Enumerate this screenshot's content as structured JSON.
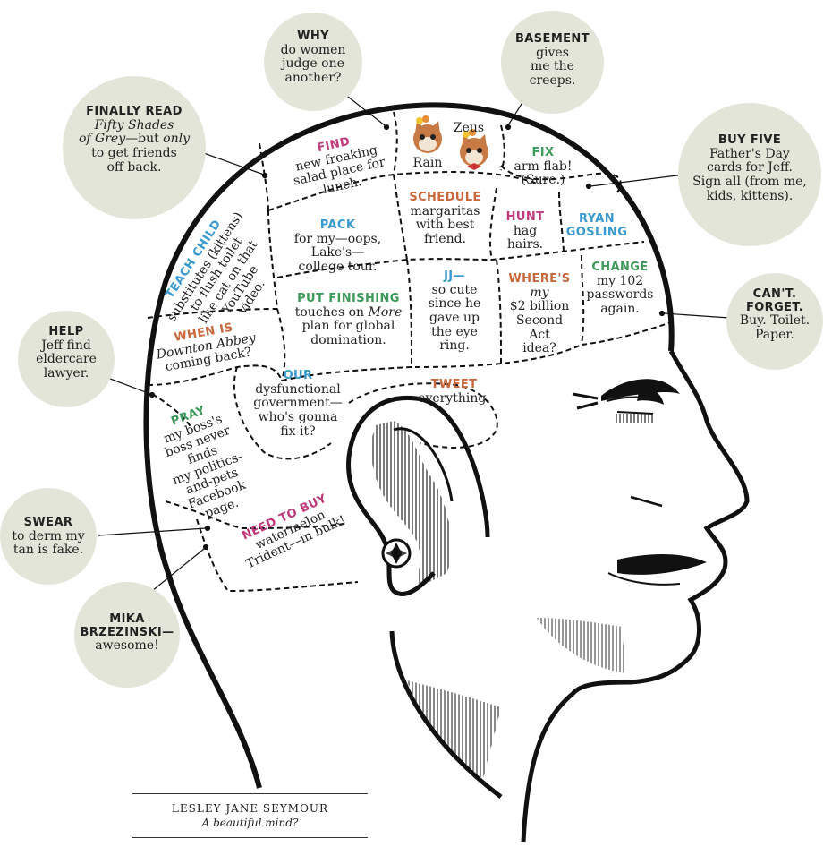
{
  "credit": {
    "name": "LESLEY JANE SEYMOUR",
    "subtitle": "A beautiful mind?"
  },
  "colors": {
    "bubble": "#e3e5d8",
    "red": "#c0397a",
    "orange": "#c9683a",
    "blue": "#3a9ad0",
    "green": "#3d9a5a"
  },
  "bubbles": {
    "why": {
      "kw": "WHY",
      "text": [
        "do women",
        "judge one",
        "another?"
      ]
    },
    "basement": {
      "kw": "BASEMENT",
      "text": [
        "gives",
        "me the",
        "creeps."
      ]
    },
    "finally": {
      "kw": "FINALLY READ",
      "t1": "Fifty Shades",
      "t2": "of Grey",
      "t3": "—but ",
      "t4": "only",
      "t5": "to get friends",
      "t6": "off back."
    },
    "buyfive": {
      "kw": "BUY FIVE",
      "text": [
        "Father's Day",
        "cards for Jeff.",
        "Sign all (from me,",
        "kids, kittens)."
      ]
    },
    "cant": {
      "kw": "CAN'T.",
      "kw2": "FORGET.",
      "text": [
        "Buy. Toilet.",
        "Paper."
      ]
    },
    "help": {
      "kw": "HELP",
      "text": [
        "Jeff find",
        "eldercare",
        "lawyer."
      ]
    },
    "swear": {
      "kw": "SWEAR",
      "text": [
        "to derm my",
        "tan is fake."
      ]
    },
    "mika": {
      "kw": "MIKA",
      "kw2": "BRZEZINSKI—",
      "text": [
        "awesome!"
      ]
    }
  },
  "regions": {
    "find": {
      "kw": "FIND",
      "text": [
        "new freaking",
        "salad place for",
        "lunch."
      ]
    },
    "kittens": {
      "zeus": "Zeus",
      "rain": "Rain"
    },
    "fix": {
      "kw": "FIX",
      "text": [
        "arm flab!",
        "(Sure.)"
      ]
    },
    "teach": {
      "kw": "TEACH CHILD",
      "text": [
        "substitutes (kittens)",
        "to flush toilet",
        "like cat on that",
        "YouTube",
        "video."
      ]
    },
    "schedule": {
      "kw": "SCHEDULE",
      "text": [
        "margaritas",
        "with best",
        "friend."
      ]
    },
    "hunt": {
      "kw": "HUNT",
      "text": [
        "hag",
        "hairs."
      ]
    },
    "ryan": {
      "kw": "RYAN",
      "kw2": "GOSLING"
    },
    "pack": {
      "kw": "PACK",
      "text": [
        "for my—oops,",
        "Lake's—",
        "college tour."
      ]
    },
    "change": {
      "kw": "CHANGE",
      "text": [
        "my 102",
        "passwords",
        "again."
      ]
    },
    "jj": {
      "kw": "JJ—",
      "text": [
        "so cute",
        "since he",
        "gave up",
        "the eye",
        "ring."
      ]
    },
    "wheres": {
      "kw": "WHERE'S",
      "my": "my",
      "text": [
        "$2 billion",
        "Second",
        "Act",
        "idea?"
      ]
    },
    "putfinishing": {
      "kw": "PUT FINISHING",
      "t1": "touches on ",
      "t2": "More",
      "t3": "plan for global",
      "t4": "domination."
    },
    "whenis": {
      "kw": "WHEN IS",
      "t1": "Downton Abbey",
      "t2": "coming back?"
    },
    "our": {
      "kw": "OUR",
      "text": [
        "dysfunctional",
        "government—",
        "who's gonna",
        "fix it?"
      ]
    },
    "tweet": {
      "kw": "TWEET",
      "text": [
        "everything."
      ]
    },
    "pray": {
      "kw": "PRAY",
      "text": [
        "my boss's",
        "boss never",
        "finds",
        "my politics-",
        "and-pets",
        "Facebook",
        "page."
      ]
    },
    "needtobuy": {
      "kw": "NEED TO BUY",
      "text": [
        "watermelon",
        "Trident—in bulk!"
      ]
    }
  }
}
